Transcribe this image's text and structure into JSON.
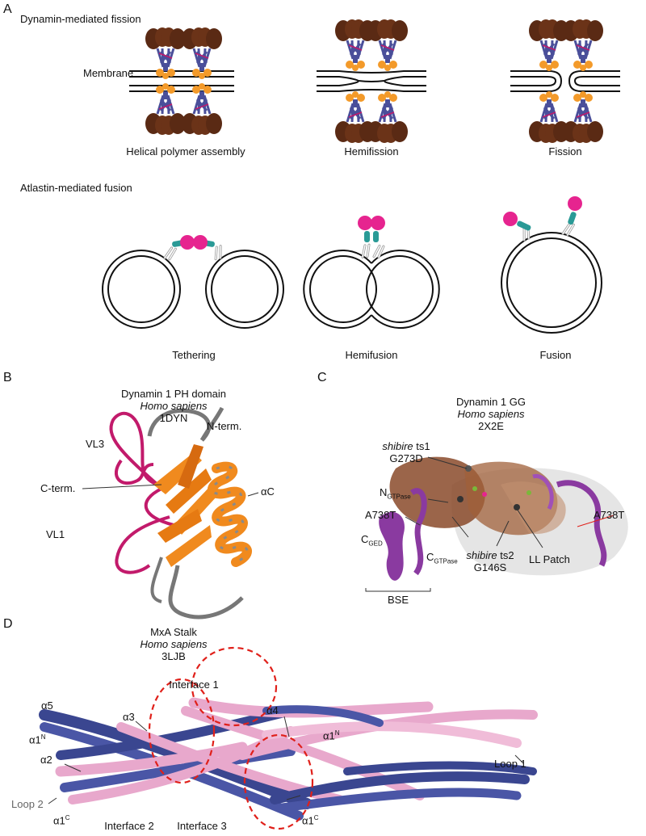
{
  "panels": {
    "a": "A",
    "b": "B",
    "c": "C",
    "d": "D"
  },
  "panel_a": {
    "title_fission": "Dynamin-mediated fission",
    "membrane_label": "Membrane",
    "fission_stages": [
      "Helical polymer assembly",
      "Hemifission",
      "Fission"
    ],
    "title_fusion": "Atlastin-mediated fusion",
    "fusion_stages": [
      "Tethering",
      "Hemifusion",
      "Fusion"
    ]
  },
  "panel_b": {
    "title": "Dynamin 1 PH domain",
    "species": "Homo sapiens",
    "pdb": "1DYN",
    "labels": {
      "vl3": "VL3",
      "c_term": "C-term.",
      "vl1": "VL1",
      "n_term": "N-term.",
      "alpha_c": "αC"
    }
  },
  "panel_c": {
    "title": "Dynamin 1 GG",
    "species": "Homo sapiens",
    "pdb": "2X2E",
    "labels": {
      "ts1_italic": "shibire",
      "ts1_rest": "ts1",
      "ts1_mut": "G273D",
      "n": "N",
      "n_sub": "GTPase",
      "a738t_left": "A738T",
      "c": "C",
      "c_sub": "GED",
      "c2": "C",
      "c2_sub": "GTPase",
      "ts2_italic": "shibire",
      "ts2_rest": "ts2",
      "ts2_mut": "G146S",
      "ll_patch": "LL Patch",
      "a738t_right": "A738T",
      "bse": "BSE"
    }
  },
  "panel_d": {
    "title": "MxA Stalk",
    "species": "Homo sapiens",
    "pdb": "3LJB",
    "labels": {
      "interface1": "Interface 1",
      "interface2": "Interface 2",
      "interface3": "Interface 3",
      "a5": "α5",
      "a1n_left": "α1",
      "a1n_left_sup": "N",
      "a3": "α3",
      "a4": "α4",
      "a1n_right": "α1",
      "a1n_right_sup": "N",
      "a2": "α2",
      "loop2": "Loop 2",
      "a1c_left": "α1",
      "a1c_left_sup": "C",
      "a1c_right": "α1",
      "a1c_right_sup": "C",
      "loop1": "Loop 1"
    }
  },
  "colors": {
    "dynamin_head": "#5a2a14",
    "dynamin_stalk": "#4a4f9a",
    "dynamin_foot": "#f39a2a",
    "atlastin_gtpase": "#e6248f",
    "atlastin_linker": "#2a9a96",
    "ph_sheet": "#f08a1e",
    "ph_loop": "#c21a6b",
    "gg_brown": "#8a4a2a",
    "gg_purple": "#8a3aa0",
    "stalk_blue": "#3a4690",
    "stalk_pink": "#e8a8cc",
    "interface_ring": "#e0201a"
  }
}
